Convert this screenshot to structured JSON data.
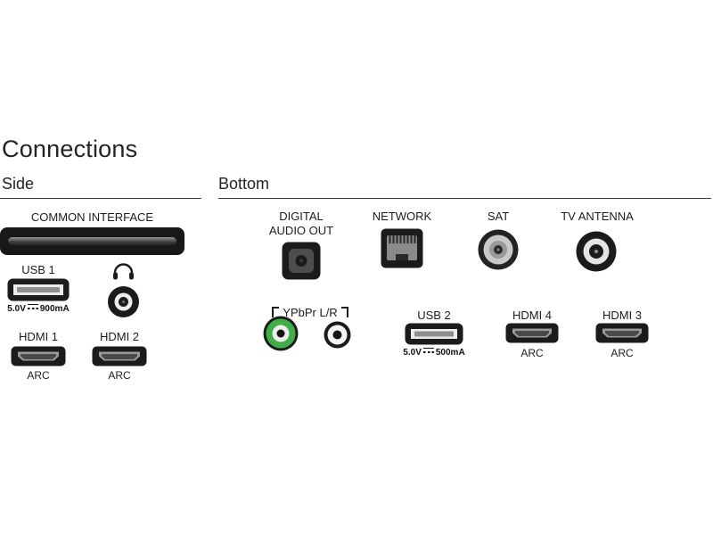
{
  "title": "Connections",
  "sections": {
    "side": {
      "label": "Side"
    },
    "bottom": {
      "label": "Bottom"
    }
  },
  "ports": {
    "common_interface": {
      "label": "COMMON INTERFACE"
    },
    "usb1": {
      "label": "USB 1",
      "voltage": "5.0V",
      "current": "900mA"
    },
    "headphones": {
      "name": "headphone-jack"
    },
    "hdmi1": {
      "label": "HDMI 1",
      "tag": "ARC"
    },
    "hdmi2": {
      "label": "HDMI 2",
      "tag": "ARC"
    },
    "digital_audio_out": {
      "line1": "DIGITAL",
      "line2": "AUDIO OUT"
    },
    "network": {
      "label": "NETWORK"
    },
    "sat": {
      "label": "SAT"
    },
    "tv_antenna": {
      "label": "TV ANTENNA"
    },
    "ypbpr": {
      "label": "YPbPr L/R"
    },
    "usb2": {
      "label": "USB 2",
      "voltage": "5.0V",
      "current": "500mA"
    },
    "hdmi4": {
      "label": "HDMI 4",
      "tag": "ARC"
    },
    "hdmi3": {
      "label": "HDMI 3",
      "tag": "ARC"
    }
  },
  "colors": {
    "port_black": "#1b1b1b",
    "rca_green": "#3fae49",
    "metal_gray": "#c9c9c9",
    "text": "#1d1d1d"
  }
}
